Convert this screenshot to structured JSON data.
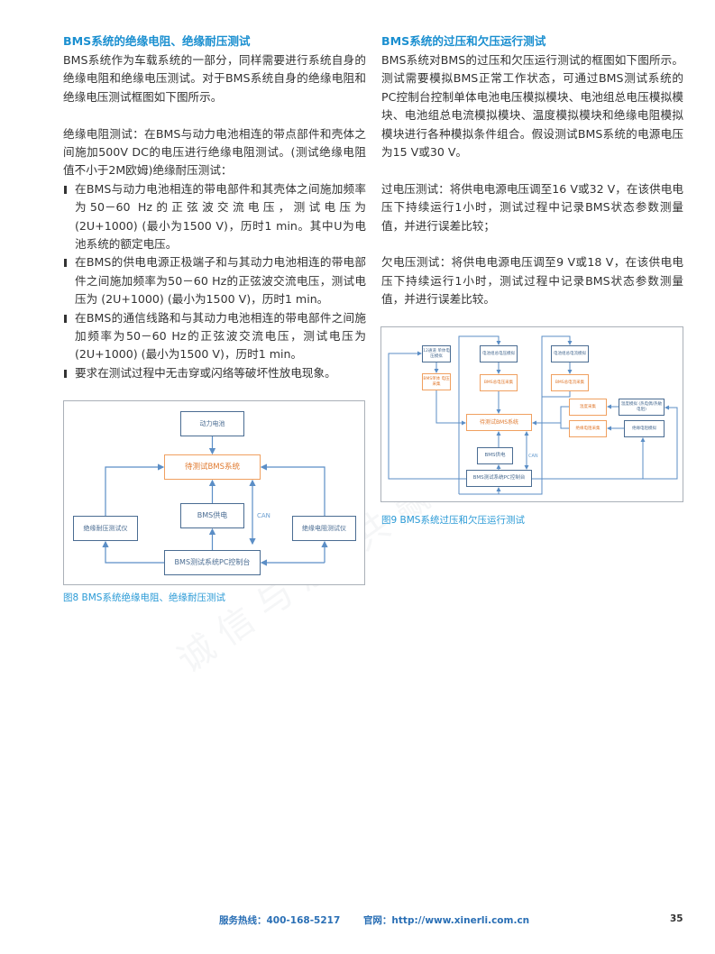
{
  "left": {
    "heading": "BMS系统的绝缘电阻、绝缘耐压测试",
    "para1": "BMS系统作为车载系统的一部分，同样需要进行系统自身的绝缘电阻和绝缘电压测试。对于BMS系统自身的绝缘电阻和绝缘电压测试框图如下图所示。",
    "para2": "绝缘电阻测试：在BMS与动力电池相连的带点部件和壳体之间施加500V DC的电压进行绝缘电阻测试。(测试绝缘电阻值不小于2M欧姆)绝缘耐压测试：",
    "bullets": [
      "在BMS与动力电池相连的带电部件和其壳体之间施加频率为50－60 Hz的正弦波交流电压，测试电压为 (2U+1000) (最小为1500 V)，历时1 min。其中U为电池系统的额定电压。",
      "在BMS的供电电源正极端子和与其动力电池相连的带电部件之间施加频率为50－60 Hz的正弦波交流电压，测试电压为 (2U+1000) (最小为1500 V)，历时1 min。",
      "在BMS的通信线路和与其动力电池相连的带电部件之间施加频率为50－60 Hz的正弦波交流电压，测试电压为(2U+1000) (最小为1500 V)，历时1 min。",
      "要求在测试过程中无击穿或闪络等破坏性放电现象。"
    ]
  },
  "fig8": {
    "battery": "动力电池",
    "bms": "待测试BMS系统",
    "power": "BMS供电",
    "hipot": "绝缘耐压测试仪",
    "ir": "绝缘电阻测试仪",
    "pc": "BMS测试系统PC控制台",
    "can": "CAN",
    "caption": "图8 BMS系统绝缘电阻、绝缘耐压测试"
  },
  "right": {
    "heading": "BMS系统的过压和欠压运行测试",
    "para1": "BMS系统对BMS的过压和欠压运行测试的框图如下图所示。测试需要模拟BMS正常工作状态，可通过BMS测试系统的PC控制台控制单体电池电压模拟模块、电池组总电压模拟模块、电池组总电流模拟模块、温度模拟模块和绝缘电阻模拟模块进行各种模拟条件组合。假设测试BMS系统的电源电压为15 V或30 V。",
    "para2": "过电压测试：将供电电源电压调至16 V或32 V，在该供电电压下持续运行1小时，测试过程中记录BMS状态参数测量值，并进行误差比较；",
    "para3": "欠电压测试：将供电电源电压调至9 V或18 V，在该供电电压下持续运行1小时，测试过程中记录BMS状态参数测量值，并进行误差比较。"
  },
  "fig9": {
    "cell_sim": "12通道 单体电压模拟",
    "cell_acq": "BMS单体 电压采集",
    "pack_v_sim": "电池组总电压模拟",
    "pack_v_acq": "BMS总电压采集",
    "pack_i_sim": "电池组总电流模拟",
    "pack_i_acq": "BMS总电流采集",
    "bms": "待测试BMS系统",
    "temp_acq": "温度采集",
    "ir_acq": "绝缘电阻采集",
    "temp_sim": "温度模拟 (热电偶/热敏电阻)",
    "ir_sim": "绝缘电阻模拟",
    "power": "BMS供电",
    "pc": "BMS测试系统PC控制台",
    "can": "CAN",
    "caption": "图9 BMS系统过压和欠压运行测试"
  },
  "footer": {
    "hotline": "服务热线：400-168-5217",
    "website": "官网：http://www.xinerli.com.cn",
    "page": "35"
  },
  "watermark": "诚信与您 · 共赢未来"
}
